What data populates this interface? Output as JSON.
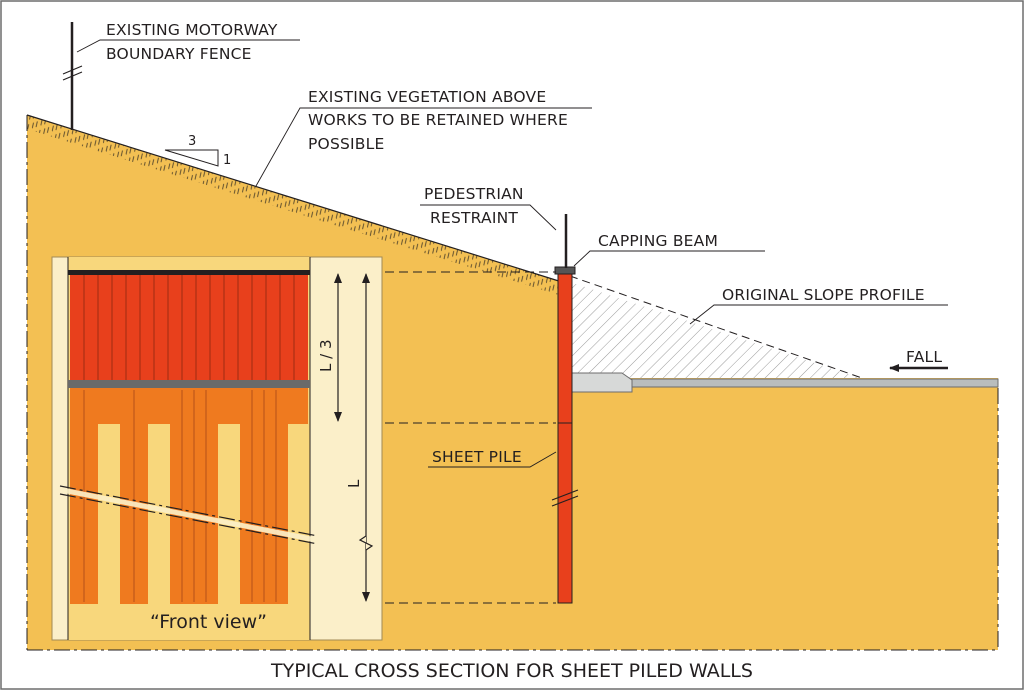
{
  "title": "TYPICAL CROSS SECTION FOR SHEET PILED WALLS",
  "labels": {
    "fence_line1": "EXISTING MOTORWAY",
    "fence_line2": "BOUNDARY FENCE",
    "veg_line1": "EXISTING VEGETATION ABOVE",
    "veg_line2": "WORKS TO BE RETAINED WHERE",
    "veg_line3": "POSSIBLE",
    "ped_line1": "PEDESTRIAN",
    "ped_line2": "RESTRAINT",
    "capping_beam": "CAPPING BEAM",
    "original_slope": "ORIGINAL SLOPE PROFILE",
    "fall": "FALL",
    "sheet_pile": "SHEET PILE",
    "slope_run": "3",
    "slope_rise": "1",
    "dim_l3": "L / 3",
    "dim_l": "L",
    "front_view": "“Front view”"
  },
  "colors": {
    "soil": "#f3c053",
    "soil_light": "#f8d77c",
    "pile": "#e8401c",
    "pile_orange": "#ef7a1f",
    "capping": "#555555",
    "line": "#231f20",
    "inset_bg": "#fbefc9"
  }
}
